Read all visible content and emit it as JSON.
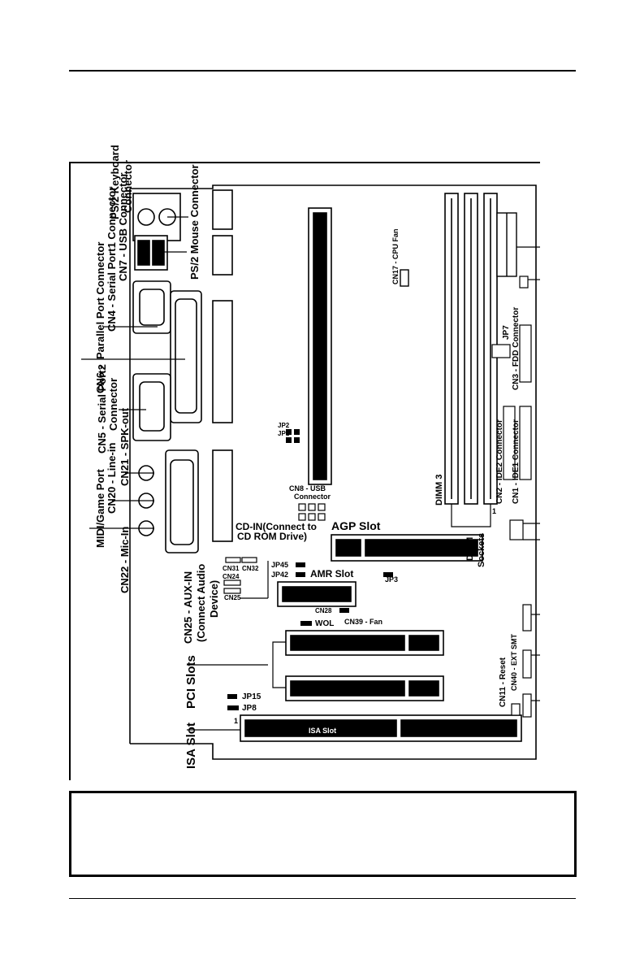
{
  "diagram": {
    "labels": {
      "ps2_keyboard": "PS/2 Keyboard",
      "connector_kb": "Connector",
      "ps2_mouse": "PS/2 Mouse Connector",
      "cn7": "CN7 - USB Connector",
      "parallel": "Parallel Port Connector",
      "cn4": "CN4 - Serial Port1 Connector",
      "cn6": "CN6 -",
      "cn5": "CN5 - Serial Port2",
      "connector_s2": "Connector",
      "cn21": "CN21 - SPK-out",
      "cn20": "CN20 - Line-in",
      "midi": "MIDI/Game Port",
      "cn22": "CN22 - Mic-In",
      "cd_in_1": "CD-IN(Connect to",
      "cd_in_2": "CD ROM Drive)",
      "cn31": "CN31",
      "cn32": "CN32",
      "cn24": "CN24",
      "cn25_small": "CN25",
      "cn25_1": "CN25 - AUX-IN",
      "cn25_2": "(Connect Audio",
      "cn25_3": "Device)",
      "pci": "PCI Slots",
      "isa": "ISA Slot",
      "cn17": "CN17 - CPU Fan",
      "jp2": "JP2",
      "jp1": "JP1",
      "cn8_1": "CN8 - USB",
      "cn8_2": "Connector",
      "jp45": "JP45",
      "jp42": "JP42",
      "amr": "AMR Slot",
      "agp": "AGP Slot",
      "jp3": "JP3",
      "cn28": "CN28",
      "cn39": "CN39 - Fan",
      "wol": "WOL",
      "jp15": "JP15",
      "jp8": "JP8",
      "isa_inner": "ISA Slot",
      "dimm3": "DIMM 3",
      "dimm_1": "DIMM",
      "dimm_2": "Sockets",
      "jp7": "JP7",
      "cn3": "CN3 - FDD Connector",
      "cn2": "CN2 - IDE2 Connector",
      "cn1": "CN1 - IDE1 Connector",
      "cn11": "CN11 - Reset",
      "cn40": "CN40 - EXT SMT",
      "one": "1"
    }
  }
}
